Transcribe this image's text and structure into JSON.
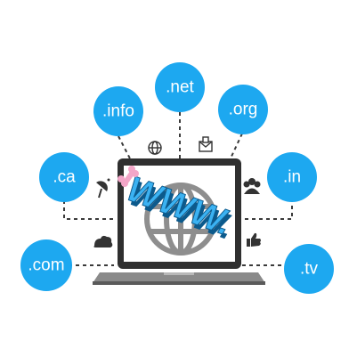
{
  "domains": [
    ".info",
    ".net",
    ".org",
    ".ca",
    ".in",
    ".com",
    ".tv"
  ],
  "screen_text": "WWW.",
  "colors": {
    "bubble": "#1da8f0",
    "bubble_shadow": "#0f6fa6",
    "connector": "#3a3a3a",
    "laptop_frame": "#2f2f2f",
    "laptop_base": "#8a8a8a",
    "screen": "#ffffff",
    "globe": "#8e8e8e",
    "www_fill": "#3bb2f2",
    "www_edge": "#0c5a8c",
    "icons": "#333333"
  },
  "icons": [
    "globe-icon",
    "mail-icon",
    "satellite-dish-icon",
    "people-icon",
    "cloud-icon",
    "thumbs-up-icon",
    "bone-icon"
  ]
}
